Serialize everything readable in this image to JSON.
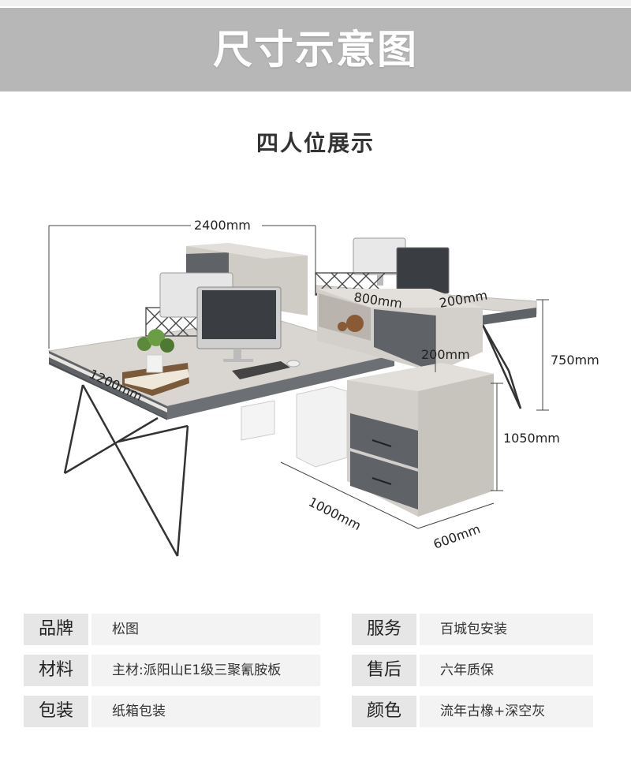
{
  "header": {
    "title": "尺寸示意图"
  },
  "subtitle": "四人位展示",
  "dimensions": {
    "width_total": "2400mm",
    "depth": "1200mm",
    "top_cabinet_length": "800mm",
    "top_cabinet_depth": "200mm",
    "top_cabinet_height": "200mm",
    "desk_height": "750mm",
    "overall_height": "1050mm",
    "side_cabinet_length": "1000mm",
    "side_cabinet_depth": "600mm"
  },
  "specs": {
    "left": [
      {
        "key": "品牌",
        "value": "松图"
      },
      {
        "key": "材料",
        "value": "主材:派阳山E1级三聚氰胺板"
      },
      {
        "key": "包装",
        "value": "纸箱包装"
      }
    ],
    "right": [
      {
        "key": "服务",
        "value": "百城包安装"
      },
      {
        "key": "售后",
        "value": "六年质保"
      },
      {
        "key": "颜色",
        "value": "流年古橡+深空灰"
      }
    ]
  },
  "colors": {
    "banner": "#b7b7b7",
    "wood": "#d9d6d1",
    "dark_gray": "#5f6266"
  }
}
